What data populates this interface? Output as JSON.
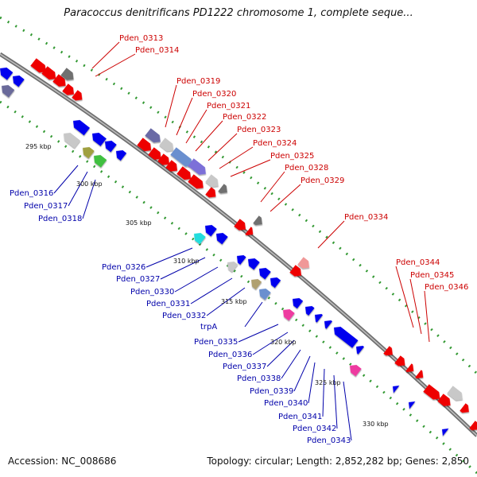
{
  "header": {
    "title": "Paracoccus denitrificans PD1222 chromosome 1, complete seque..."
  },
  "footer": {
    "accession": "Accession: NC_008686",
    "summary": "Topology: circular; Length: 2,852,282 bp; Genes: 2,850"
  },
  "ticks": [
    "295 kbp",
    "300 kbp",
    "305 kbp",
    "310 kbp",
    "315 kbp",
    "320 kbp",
    "325 kbp",
    "330 kbp"
  ],
  "forward_genes": [
    "Pden_0313",
    "Pden_0314",
    "Pden_0319",
    "Pden_0320",
    "Pden_0321",
    "Pden_0322",
    "Pden_0323",
    "Pden_0324",
    "Pden_0325",
    "Pden_0328",
    "Pden_0329",
    "Pden_0334",
    "Pden_0344",
    "Pden_0345",
    "Pden_0346"
  ],
  "reverse_genes": [
    "Pden_0316",
    "Pden_0317",
    "Pden_0318",
    "Pden_0326",
    "Pden_0327",
    "Pden_0330",
    "Pden_0331",
    "Pden_0332",
    "trpA",
    "Pden_0335",
    "Pden_0336",
    "Pden_0337",
    "Pden_0338",
    "Pden_0339",
    "Pden_0340",
    "Pden_0341",
    "Pden_0342",
    "Pden_0343"
  ],
  "colors": {
    "forward_label": "#cc0000",
    "reverse_label": "#0000aa",
    "forward_gene": "#ee0000",
    "reverse_gene": "#0000ee",
    "backbone": "#888888",
    "gc_dots": "#339933"
  }
}
